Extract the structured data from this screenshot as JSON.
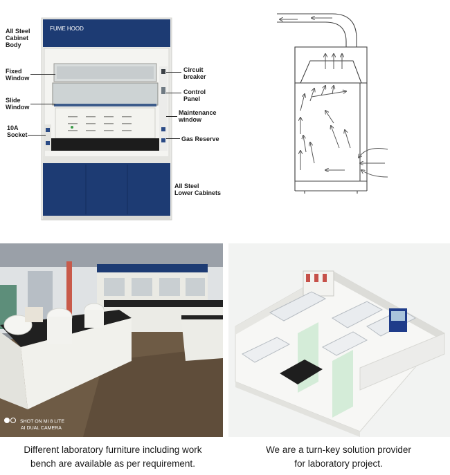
{
  "fume_hood": {
    "header_text": "FUME HOOD",
    "labels": {
      "cabinet_body": "All Steel\nCabinet\nBody",
      "fixed_window": "Fixed\nWindow",
      "slide_window": "Slide\nWindow",
      "socket": "10A\nSocket",
      "circuit_breaker": "Circuit\nbreaker",
      "control_panel": "Control\nPanel",
      "maintenance_window": "Maintenance\nwindow",
      "gas_reserve": "Gas Reserve",
      "lower_cabinets": "All Steel\nLower Cabinets"
    },
    "colors": {
      "navy": "#1d3b73",
      "frame": "#eaeae6",
      "worktop": "#1c1c1c"
    }
  },
  "airflow_diagram": {
    "icon": "arrow-icon"
  },
  "lab_photo": {
    "watermark_line1": "SHOT ON MI 8 LITE",
    "watermark_line2": "AI DUAL CAMERA"
  },
  "captions": {
    "left_line1": "Different laboratory furniture including work",
    "left_line2": "bench are available as per requirement.",
    "right_line1": "We are a turn-key solution provider",
    "right_line2": "for laboratory project."
  }
}
